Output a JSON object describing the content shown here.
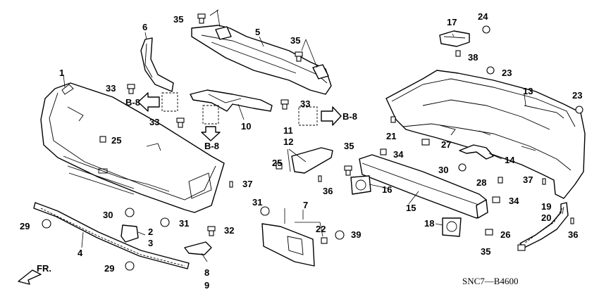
{
  "diagram_code": "SNC7—B4600",
  "front_label": "FR.",
  "ref_label": "B-8",
  "callouts": {
    "c1": "1",
    "c2": "2",
    "c3": "3",
    "c4": "4",
    "c5": "5",
    "c6": "6",
    "c7": "7",
    "c8": "8",
    "c9": "9",
    "c10": "10",
    "c11": "11",
    "c12": "12",
    "c13": "13",
    "c14": "14",
    "c15": "15",
    "c16": "16",
    "c17": "17",
    "c18": "18",
    "c19": "19",
    "c20": "20",
    "c21": "21",
    "c22": "22",
    "c23": "23",
    "c24": "24",
    "c25": "25",
    "c26": "26",
    "c27": "27",
    "c28": "28",
    "c29": "29",
    "c30": "30",
    "c31": "31",
    "c32": "32",
    "c33": "33",
    "c34": "34",
    "c35": "35",
    "c36": "36",
    "c37": "37",
    "c38": "38",
    "c39": "39"
  }
}
